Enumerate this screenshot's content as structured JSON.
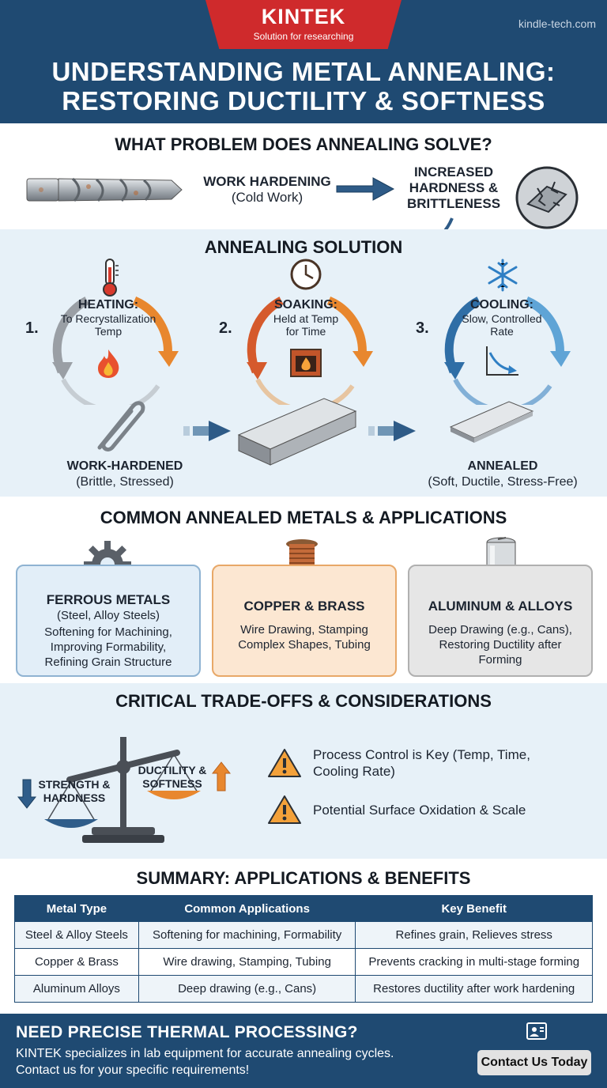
{
  "header": {
    "brand": "KINTEK",
    "tagline": "Solution for researching",
    "site": "kindle-tech.com",
    "title_line1": "UNDERSTANDING METAL ANNEALING:",
    "title_line2": "RESTORING DUCTILITY & SOFTNESS"
  },
  "problem": {
    "title": "WHAT PROBLEM DOES ANNEALING SOLVE?",
    "work_hardening": "WORK HARDENING",
    "work_hardening_sub": "(Cold Work)",
    "result_line1": "INCREASED",
    "result_line2": "HARDNESS &",
    "result_line3": "BRITTLENESS"
  },
  "solution": {
    "title": "ANNEALING SOLUTION",
    "steps": [
      {
        "num": "1.",
        "name": "HEATING:",
        "line1": "To Recrystallization",
        "line2": "Temp",
        "icon": "thermometer-icon"
      },
      {
        "num": "2.",
        "name": "SOAKING:",
        "line1": "Held at Temp",
        "line2": "for Time",
        "icon": "clock-icon"
      },
      {
        "num": "3.",
        "name": "COOLING:",
        "line1": "Slow, Controlled",
        "line2": "Rate",
        "icon": "snowflake-icon"
      }
    ],
    "before_label": "WORK-HARDENED",
    "before_sub": "(Brittle, Stressed)",
    "after_label": "ANNEALED",
    "after_sub": "(Soft, Ductile, Stress-Free)"
  },
  "metals": {
    "title": "COMMON ANNEALED METALS & APPLICATIONS",
    "cards": [
      {
        "title": "FERROUS METALS",
        "sub": "(Steel, Alloy Steels)",
        "desc1": "Softening for Machining,",
        "desc2": "Improving Formability,",
        "desc3": "Refining Grain Structure",
        "icon": "gear-icon"
      },
      {
        "title": "COPPER & BRASS",
        "sub": "",
        "desc1": "Wire Drawing, Stamping",
        "desc2": "Complex Shapes, Tubing",
        "desc3": "",
        "icon": "wire-spool-icon"
      },
      {
        "title": "ALUMINUM & ALLOYS",
        "sub": "",
        "desc1": "Deep Drawing (e.g., Cans),",
        "desc2": "Restoring Ductility after",
        "desc3": "Forming",
        "icon": "can-icon"
      }
    ]
  },
  "tradeoffs": {
    "title": "CRITICAL TRADE-OFFS & CONSIDERATIONS",
    "left_line1": "STRENGTH &",
    "left_line2": "HARDNESS",
    "right_line1": "DUCTILITY &",
    "right_line2": "SOFTNESS",
    "warnings": [
      {
        "line1": "Process Control is Key (Temp, Time,",
        "line2": "Cooling Rate)"
      },
      {
        "line1": "Potential Surface Oxidation & Scale",
        "line2": ""
      }
    ]
  },
  "summary": {
    "title": "SUMMARY: APPLICATIONS & BENEFITS",
    "headers": [
      "Metal Type",
      "Common Applications",
      "Key Benefit"
    ],
    "rows": [
      [
        "Steel & Alloy Steels",
        "Softening for machining, Formability",
        "Refines grain, Relieves stress"
      ],
      [
        "Copper & Brass",
        "Wire drawing, Stamping, Tubing",
        "Prevents cracking in multi-stage forming"
      ],
      [
        "Aluminum Alloys",
        "Deep drawing (e.g., Cans)",
        "Restores ductility after work hardening"
      ]
    ]
  },
  "footer": {
    "title": "NEED PRECISE THERMAL PROCESSING?",
    "line1": "KINTEK specializes in lab equipment for accurate annealing cycles.",
    "line2": "Contact us for your specific requirements!",
    "button": "Contact Us Today"
  },
  "colors": {
    "navy": "#1f4a72",
    "brand_red": "#cf2a2c",
    "heat_orange": "#e8872e",
    "cool_blue": "#3f86c2",
    "light_blue_bg": "#e7f1f8"
  }
}
